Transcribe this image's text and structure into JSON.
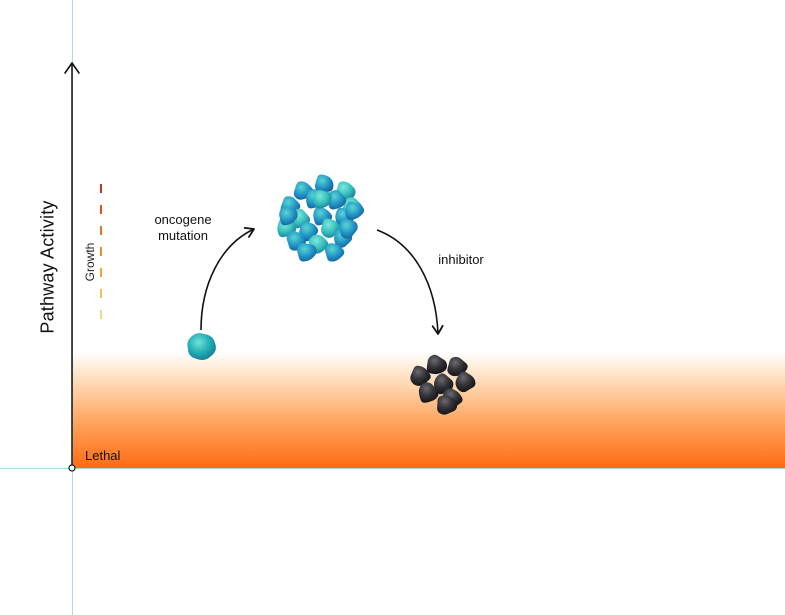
{
  "y_axis": {
    "title": "Pathway Activity"
  },
  "zones": {
    "growth_label": "Growth",
    "lethal_label": "Lethal"
  },
  "transitions": [
    {
      "label_lines": [
        "oncogene",
        "mutation"
      ]
    },
    {
      "label_lines": [
        "inhibitor"
      ]
    }
  ],
  "colors": {
    "lethal_gradient_top": "#ffffff",
    "lethal_gradient_bottom": "#ff6c12",
    "growth_dash_colors": [
      "#c0392b",
      "#d9541e",
      "#e0761f",
      "#e88f25",
      "#eda636",
      "#f2bf55",
      "#f6d58a"
    ],
    "cell_normal": "#2fb8b8",
    "cell_tumor_dark": "#1f7fc9",
    "cell_tumor_light": "#3ec9c0",
    "cell_dead": "#2a2a2e",
    "guide_line": "#a8dbe6",
    "axis": "#111111"
  },
  "icons": {
    "normal_cell": "single-cell-icon",
    "tumor": "tumor-cluster-icon",
    "dead_cluster": "dead-cell-cluster-icon"
  }
}
